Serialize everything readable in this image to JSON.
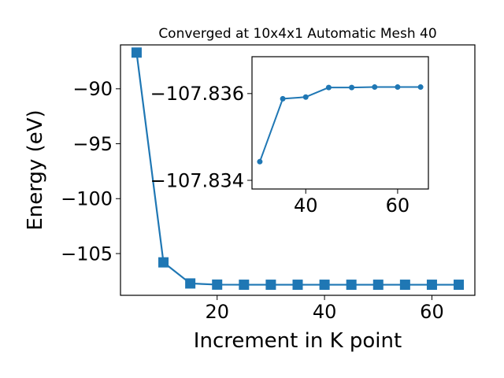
{
  "chart_data": [
    {
      "type": "line",
      "title": "Converged at 10x4x1 Automatic Mesh 40",
      "xlabel": "Increment in K point",
      "ylabel": "Energy (eV)",
      "xlim": [
        2.0,
        68.0
      ],
      "ylim": [
        -108.8,
        -86.0
      ],
      "xticks": [
        20,
        40,
        60
      ],
      "yticks": [
        -90,
        -95,
        -100,
        -105
      ],
      "ytick_labels": [
        "−90",
        "−95",
        "−100",
        "−105"
      ],
      "xtick_labels": [
        "20",
        "40",
        "60"
      ],
      "marker": "square",
      "color": "#1f77b4",
      "grid": false,
      "series": [
        {
          "x": [
            5,
            10,
            15,
            20,
            25,
            30,
            35,
            40,
            45,
            50,
            55,
            60,
            65
          ],
          "y": [
            -86.7,
            -105.8,
            -107.72,
            -107.826,
            -107.8361,
            -107.8362,
            -107.8362,
            -107.8362,
            -107.8362,
            -107.8362,
            -107.8362,
            -107.8362,
            -107.8362
          ]
        }
      ]
    },
    {
      "type": "line",
      "title": "",
      "xlabel": "",
      "ylabel": "",
      "xlim": [
        28.3,
        66.7
      ],
      "ylim": [
        -107.8338,
        -107.83685
      ],
      "xticks": [
        40,
        60
      ],
      "yticks": [
        -107.836,
        -107.834
      ],
      "ytick_labels": [
        "−107.836",
        "−107.834"
      ],
      "xtick_labels": [
        "40",
        "60"
      ],
      "marker": "circle",
      "color": "#1f77b4",
      "grid": false,
      "series": [
        {
          "x": [
            30,
            35,
            40,
            45,
            50,
            55,
            60,
            65
          ],
          "y": [
            -107.83443,
            -107.83588,
            -107.83592,
            -107.83614,
            -107.83614,
            -107.83615,
            -107.83615,
            -107.83615
          ]
        }
      ]
    }
  ]
}
